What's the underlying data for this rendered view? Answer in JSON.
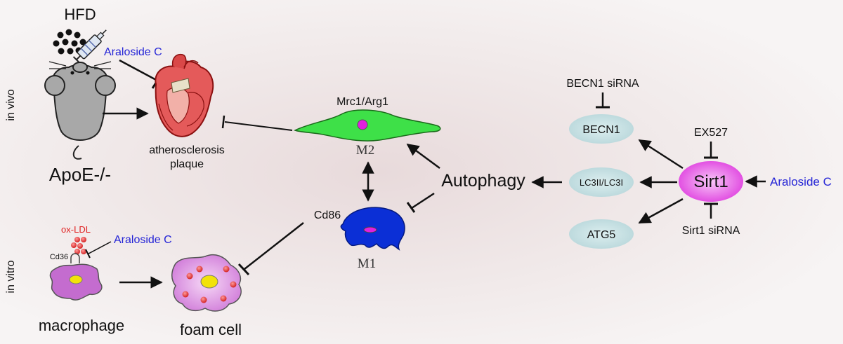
{
  "labels": {
    "hfd": "HFD",
    "in_vivo": "in vivo",
    "in_vitro": "in vitro",
    "araloside_top": "Araloside C",
    "araloside_mid": "Araloside C",
    "araloside_right": "Araloside C",
    "apoe": "ApoE-/-",
    "athero_line1": "atherosclerosis",
    "athero_line2": "plaque",
    "mrc1": "Mrc1/Arg1",
    "m2": "M2",
    "cd86": "Cd86",
    "m1": "M1",
    "autophagy": "Autophagy",
    "becn1_sirna": "BECN1 siRNA",
    "becn1": "BECN1",
    "ex527": "EX527",
    "lc3": "LC3II/LC3I",
    "sirt1": "Sirt1",
    "atg5": "ATG5",
    "sirt1_sirna": "Sirt1 siRNA",
    "oxldl": "ox-LDL",
    "cd36": "Cd36",
    "macrophage": "macrophage",
    "foam_cell": "foam cell"
  },
  "colors": {
    "background": "#f3eeee",
    "m2_cell": "#3ee048",
    "m1_cell": "#0b2fd6",
    "nucleus_magenta": "#e020e0",
    "oval_fill": "#c5dfe2",
    "sirt1_fill": "#ec5cec",
    "macrophage_fill": "#c46ccf",
    "text_blue": "#2424d6",
    "text_red": "#e02020"
  }
}
